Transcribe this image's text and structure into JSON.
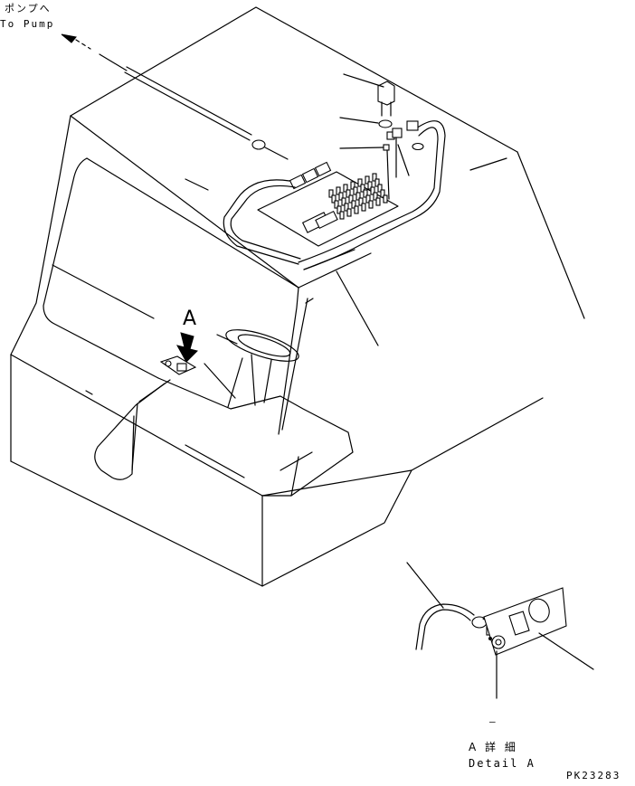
{
  "labels": {
    "to_pump_jp": "ポンプへ",
    "to_pump_en": "To Pump",
    "view_letter": "A",
    "detail_jp": "A 詳 細",
    "detail_en": "Detail A",
    "part_code": "PK23283",
    "dash_mark": "–"
  }
}
